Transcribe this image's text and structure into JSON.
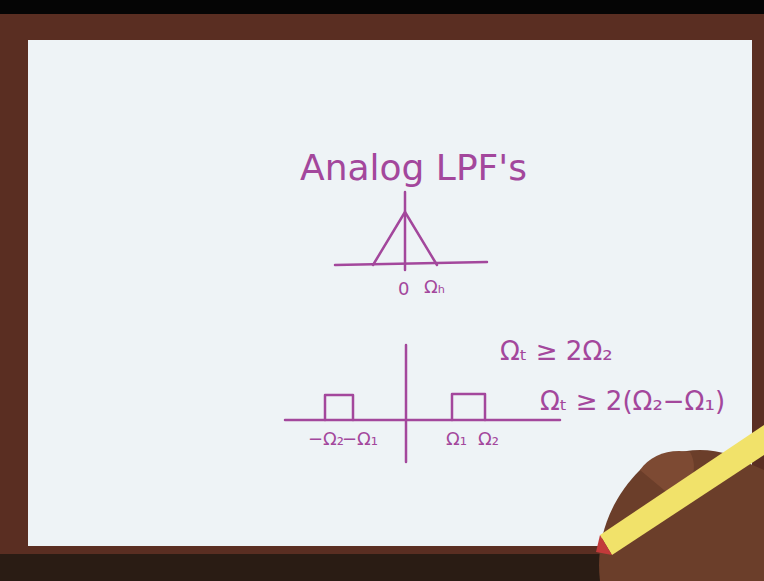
{
  "diagram": {
    "title": "Analog LPF's",
    "labels": [
      "0",
      "Ωₕ",
      "−Ω₂",
      "−Ω₁",
      "Ω₁",
      "Ω₂",
      "Ωₜ ≥ 2Ω₂",
      "Ωₜ ≥ 2(Ω₂−Ω₁)"
    ]
  }
}
